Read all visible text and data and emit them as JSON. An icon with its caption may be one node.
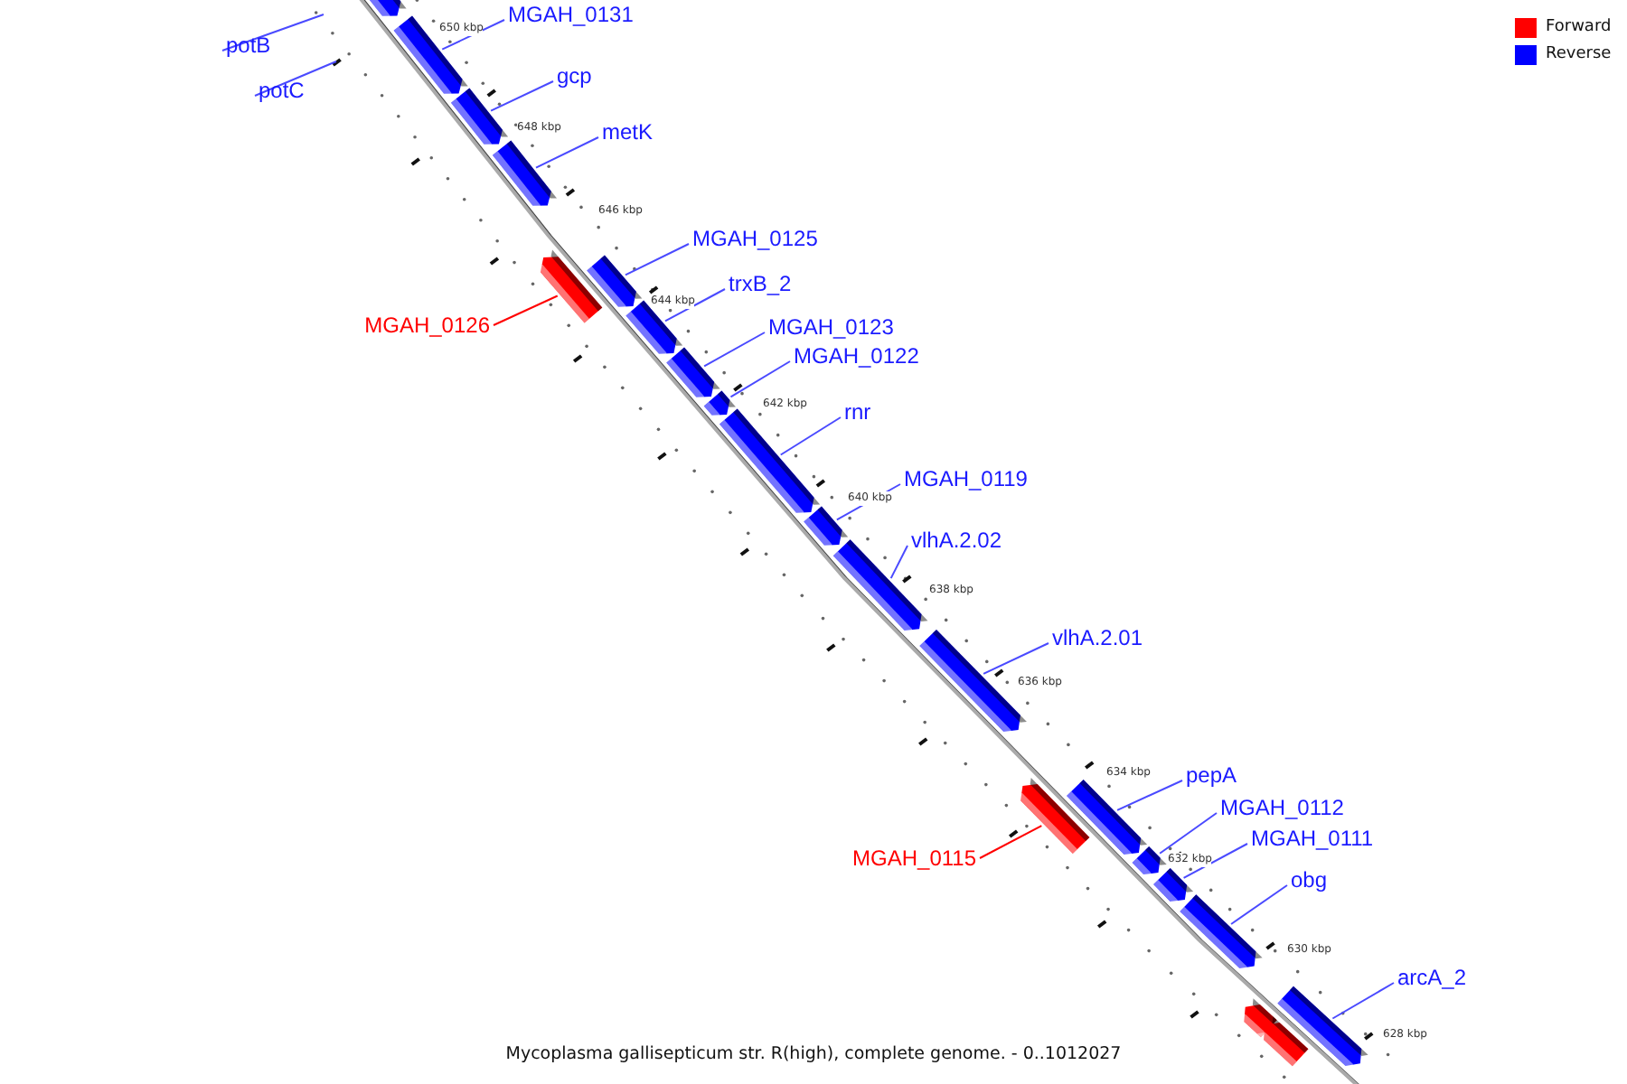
{
  "diagram": {
    "caption": "Mycoplasma gallisepticum str. R(high), complete genome. - 0..1012027",
    "nodes": [
      {
        "text": [
          "potB"
        ]
      },
      {
        "text": [
          "potC"
        ]
      },
      {
        "text": [
          "MGAH_0131"
        ]
      },
      {
        "text": [
          "gcp"
        ]
      },
      {
        "text": [
          "metK"
        ]
      },
      {
        "text": [
          "MGAH_0125"
        ]
      },
      {
        "text": [
          "MGAH_0126"
        ]
      },
      {
        "text": [
          "trxB_2"
        ]
      },
      {
        "text": [
          "MGAH_0123"
        ]
      },
      {
        "text": [
          "MGAH_0122"
        ]
      },
      {
        "text": [
          "rnr"
        ]
      },
      {
        "text": [
          "MGAH_0119"
        ]
      },
      {
        "text": [
          "vlhA.2.02"
        ]
      },
      {
        "text": [
          "vlhA.2.01"
        ]
      },
      {
        "text": [
          "pepA"
        ]
      },
      {
        "text": [
          "MGAH_0112"
        ]
      },
      {
        "text": [
          "MGAH_0111"
        ]
      },
      {
        "text": [
          "MGAH_0115"
        ]
      },
      {
        "text": [
          "obg"
        ]
      },
      {
        "text": [
          "arcA_2"
        ]
      },
      {
        "text": [],
        "shape": "bar"
      },
      {
        "text": [],
        "shape": "bar"
      },
      {
        "text": [],
        "shape": "bar"
      },
      {
        "text": [],
        "shape": "bar"
      },
      {
        "text": [],
        "shape": "bar"
      },
      {
        "text": [],
        "shape": "bar"
      },
      {
        "text": [],
        "shape": "bar"
      },
      {
        "text": [],
        "shape": "bar"
      },
      {
        "text": [],
        "shape": "bar"
      },
      {
        "text": [],
        "shape": "bar"
      },
      {
        "text": [],
        "shape": "bar"
      },
      {
        "text": [],
        "shape": "bar"
      },
      {
        "text": [],
        "shape": "bar"
      },
      {
        "text": [],
        "shape": "bar"
      },
      {
        "text": [],
        "shape": "bar"
      },
      {
        "text": [],
        "shape": "bar"
      },
      {
        "text": [],
        "shape": "bar"
      },
      {
        "text": [],
        "shape": "bar"
      },
      {
        "text": [],
        "shape": "bar"
      },
      {
        "text": [],
        "shape": "bar"
      },
      {
        "text": [],
        "shape": "bar"
      }
    ],
    "edges": [
      {
        "from": 0,
        "to": null,
        "arrow": "none"
      },
      {
        "from": 1,
        "to": null,
        "arrow": "none"
      },
      {
        "from": 2,
        "to": 21,
        "arrow": "none"
      },
      {
        "from": 3,
        "to": 22,
        "arrow": "none"
      },
      {
        "from": 4,
        "to": 23,
        "arrow": "none"
      },
      {
        "from": 5,
        "to": 25,
        "arrow": "none"
      },
      {
        "from": 6,
        "to": 24,
        "arrow": "none",
        "color": "#ff0000"
      },
      {
        "from": 7,
        "to": 26,
        "arrow": "none"
      },
      {
        "from": 8,
        "to": 27,
        "arrow": "none"
      },
      {
        "from": 9,
        "to": 28,
        "arrow": "none"
      },
      {
        "from": 10,
        "to": 29,
        "arrow": "none"
      },
      {
        "from": 11,
        "to": 30,
        "arrow": "none"
      },
      {
        "from": 12,
        "to": 31,
        "arrow": "none"
      },
      {
        "from": 13,
        "to": 32,
        "arrow": "none"
      },
      {
        "from": 14,
        "to": 34,
        "arrow": "none"
      },
      {
        "from": 15,
        "to": 35,
        "arrow": "none"
      },
      {
        "from": 16,
        "to": 36,
        "arrow": "none"
      },
      {
        "from": 17,
        "to": 33,
        "arrow": "none",
        "color": "#ff0000"
      },
      {
        "from": 18,
        "to": 37,
        "arrow": "none"
      },
      {
        "from": 19,
        "to": 40,
        "arrow": "none"
      }
    ],
    "labels": [
      "650 kbp",
      "648 kbp",
      "646 kbp",
      "644 kbp",
      "642 kbp",
      "640 kbp",
      "638 kbp",
      "636 kbp",
      "634 kbp",
      "632 kbp",
      "630 kbp",
      "628 kbp"
    ],
    "legend": [
      {
        "text": "Forward",
        "color": "#ff0000"
      },
      {
        "text": "Reverse",
        "color": "#0000ff"
      }
    ]
  }
}
